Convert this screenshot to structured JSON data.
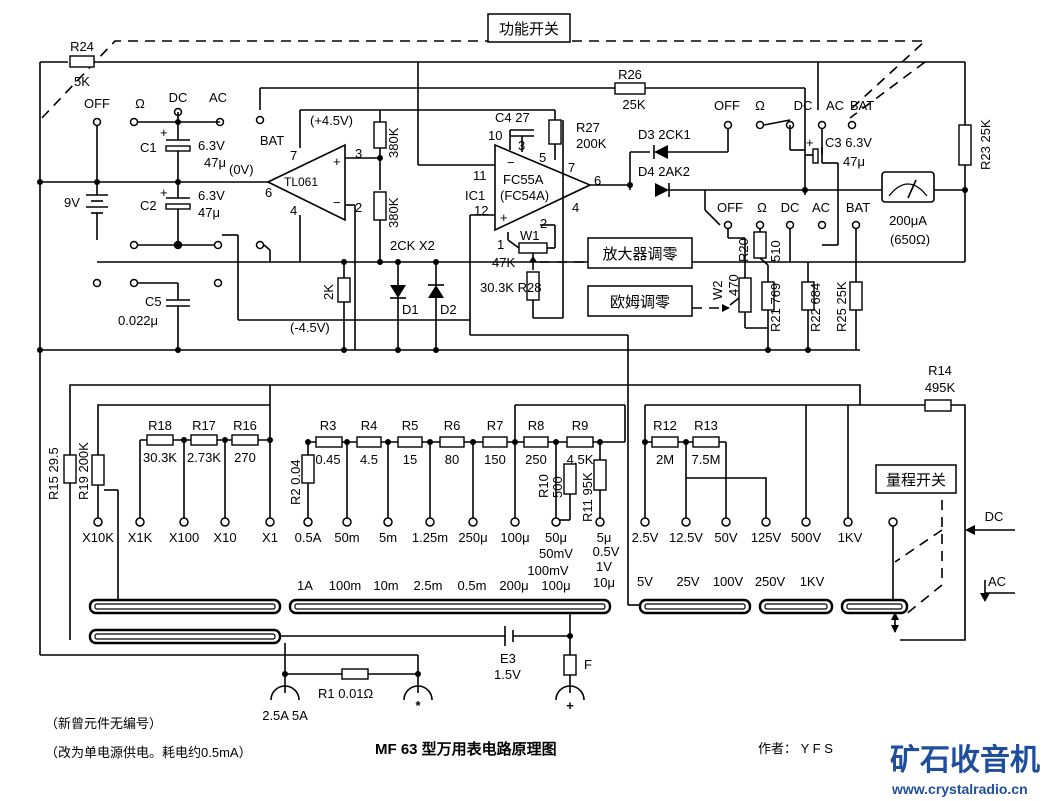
{
  "title": "MF 63 型万用表电路原理图",
  "author": "作者： Y F S",
  "notes": [
    "（新曾元件无编号）",
    "（改为单电源供电。耗电约0.5mA）"
  ],
  "labels": {
    "function_switch": "功能开关",
    "range_switch": "量程开关",
    "amp_zero": "放大器调零",
    "ohm_zero": "欧姆调零",
    "meter": "200μA",
    "meter_r": "(650Ω)",
    "battery": "9V",
    "pos45": "(+4.5V)",
    "neg45": "(-4.5V)",
    "zero_v": "(0V)",
    "tl061": "TL061",
    "ic1": "IC1",
    "fc55a": "FC55A",
    "fc54a": "(FC54A)",
    "dc": "DC",
    "ac": "AC",
    "off": "OFF",
    "ohm": "Ω",
    "bat": "BAT",
    "com": "*",
    "plus": "+",
    "a25": "2.5A 5A"
  },
  "components": {
    "R24": "R24",
    "R24v": "5K",
    "C1": "C1",
    "C1v": "6.3V",
    "C1v2": "47μ",
    "C2": "C2",
    "C2v": "6.3V",
    "C2v2": "47μ",
    "C5": "C5",
    "C5v": "0.022μ",
    "C4": "C4 27",
    "R380a": "380K",
    "R380b": "380K",
    "R2K": "2K",
    "D1": "D1",
    "D2": "D2",
    "X2": "2CK X2",
    "R26": "R26",
    "R26v": "25K",
    "R27": "R27",
    "R27v": "200K",
    "D3": "D3 2CK1",
    "D4": "D4 2AK2",
    "C3": "C3 6.3V",
    "C3v": "47μ",
    "R23": "R23 25K",
    "W1": "W1",
    "W1v": "47K",
    "R28": "30.3K R28",
    "W2": "W2",
    "W2v": "470",
    "R20": "R20",
    "R20v": "510",
    "R21": "R21 769",
    "R22": "R22 684",
    "R25": "R25 25K",
    "R14": "R14",
    "R14v": "495K",
    "R15": "R15 29.5",
    "R19": "R19 200K",
    "R18": "R18",
    "R18v": "30.3K",
    "R17": "R17",
    "R17v": "2.73K",
    "R16": "R16",
    "R16v": "270",
    "R2": "R2 0.04",
    "R3": "R3",
    "R3v": "0.45",
    "R4": "R4",
    "R4v": "4.5",
    "R5": "R5",
    "R5v": "15",
    "R6": "R6",
    "R6v": "80",
    "R7": "R7",
    "R7v": "150",
    "R8": "R8",
    "R8v": "250",
    "R9": "R9",
    "R9v": "4.5K",
    "R10": "R10",
    "R10v": "500",
    "R11": "R11 95K",
    "R12": "R12",
    "R12v": "2M",
    "R13": "R13",
    "R13v": "7.5M",
    "E3": "E3",
    "E3v": "1.5V",
    "F": "F",
    "R1": "R1 0.01Ω",
    "pin7a": "7",
    "pin3a": "3",
    "pin6a": "6",
    "pin4a": "4",
    "pin2a": "2",
    "pin10": "10",
    "pin3b": "3",
    "pin5b": "5",
    "pin7b": "7",
    "pin11": "11",
    "pin6b": "6",
    "pin12": "12",
    "pin4b": "4",
    "pin1": "1",
    "pin2b": "2"
  },
  "ranges": {
    "ohm": [
      "X10K",
      "X1K",
      "X100",
      "X10",
      "X1"
    ],
    "current_top": [
      "0.5A",
      "50m",
      "5m",
      "1.25m",
      "250μ",
      "100μ",
      "50μ",
      "5μ"
    ],
    "current_sub": [
      "50mV",
      "100mV",
      "0.5V",
      "1V",
      "10μ"
    ],
    "volt_top": [
      "2.5V",
      "12.5V",
      "50V",
      "125V",
      "500V",
      "1KV"
    ],
    "current_bottom": [
      "1A",
      "100m",
      "10m",
      "2.5m",
      "0.5m",
      "200μ",
      "100μ"
    ],
    "volt_bottom": [
      "5V",
      "25V",
      "100V",
      "250V",
      "1KV"
    ]
  },
  "watermark": {
    "brand": "矿石收音机",
    "url": "www.crystalradio.cn"
  }
}
